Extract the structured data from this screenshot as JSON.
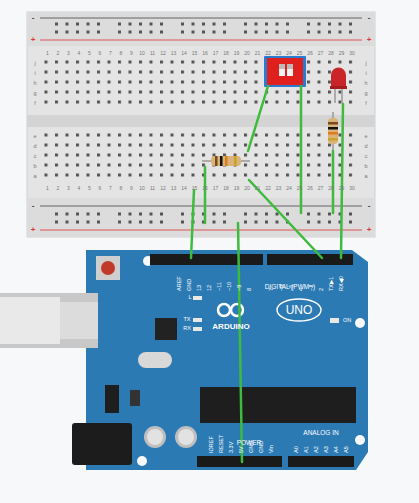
{
  "diagram": {
    "labels": [
      "-",
      "+",
      "-",
      "+",
      "-",
      "+",
      "-",
      "+",
      "1",
      "2",
      "3",
      "4",
      "5",
      "6",
      "7",
      "8",
      "9",
      "10",
      "11",
      "12",
      "13",
      "14",
      "15",
      "16",
      "17",
      "18",
      "19",
      "20",
      "21",
      "22",
      "23",
      "24",
      "25",
      "26",
      "27",
      "28",
      "29",
      "30",
      "j",
      "i",
      "h",
      "g",
      "f",
      "e",
      "d",
      "c",
      "b",
      "a",
      "j",
      "i",
      "h",
      "g",
      "f",
      "e",
      "d",
      "c",
      "b",
      "a",
      "1",
      "2",
      "3",
      "4",
      "5",
      "6",
      "7",
      "8",
      "9",
      "10",
      "11",
      "12",
      "13",
      "14",
      "15",
      "16",
      "17",
      "18",
      "19",
      "20",
      "21",
      "22",
      "23",
      "24",
      "25",
      "26",
      "27",
      "28",
      "29",
      "30",
      "AREF",
      "GND",
      "13",
      "12",
      "~11",
      "~10",
      "~9",
      "8",
      "7",
      "~6",
      "~5",
      "4",
      "~3",
      "2",
      "TX▶1",
      "RX◀0",
      "DIGITAL (PWM~)",
      "L",
      "TX",
      "RX",
      "ARDUINO",
      "UNO",
      "ON",
      "IOREF",
      "RESET",
      "3.3V",
      "5V",
      "GND",
      "GND",
      "Vin",
      "POWER",
      "ANALOG IN",
      "A0",
      "A1",
      "A2",
      "A3",
      "A4",
      "A5"
    ]
  }
}
